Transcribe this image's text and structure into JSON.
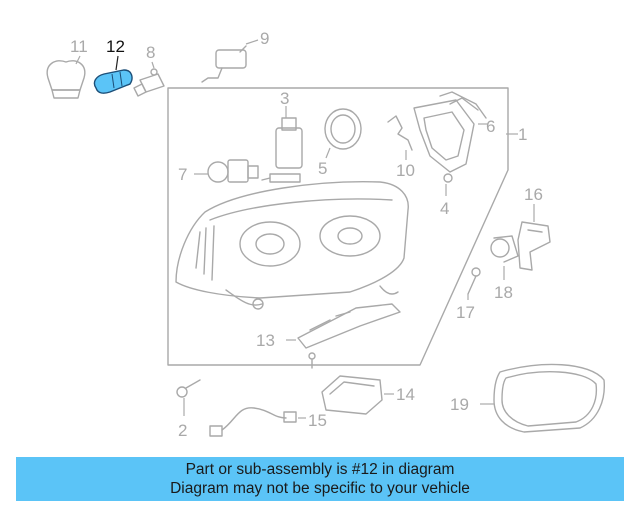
{
  "diagram": {
    "highlight_color": "#5bc4f7",
    "part_color": "#a9a9a9",
    "selected_part": "12",
    "callouts": [
      "1",
      "2",
      "3",
      "4",
      "5",
      "6",
      "7",
      "8",
      "9",
      "10",
      "11",
      "12",
      "13",
      "14",
      "15",
      "16",
      "17",
      "18",
      "19"
    ]
  },
  "banner": {
    "line1": "Part or sub-assembly is #12 in diagram",
    "line2": "Diagram may not be specific to your vehicle"
  }
}
